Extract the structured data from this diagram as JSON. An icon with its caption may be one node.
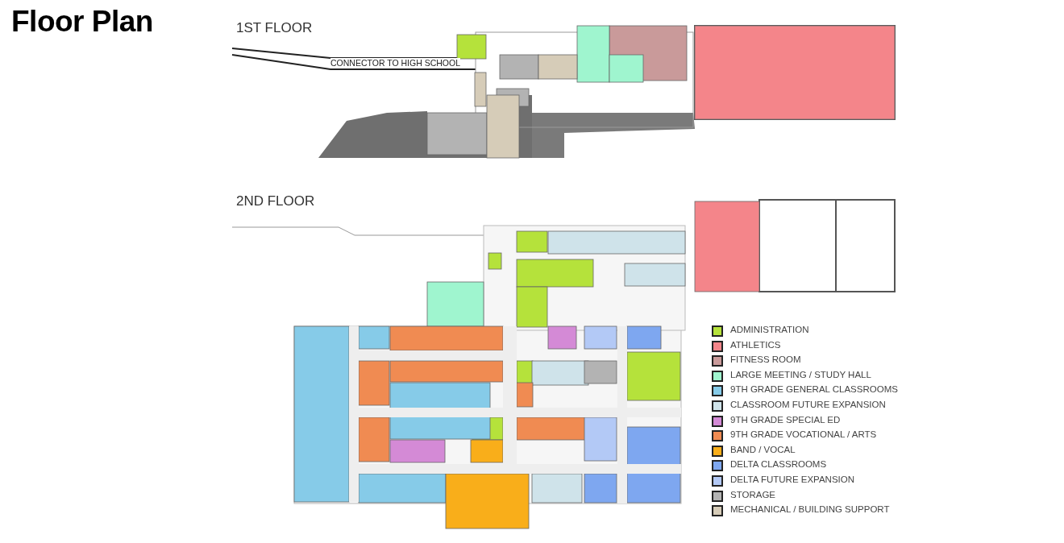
{
  "diagram": {
    "title": "Floor Plan",
    "labels": [
      "1ST FLOOR",
      "CONNECTOR TO HIGH SCHOOL",
      "2ND FLOOR"
    ],
    "legend": [
      {
        "text": "ADMINISTRATION",
        "color": "#b5e23b"
      },
      {
        "text": "ATHLETICS",
        "color": "#f4858a"
      },
      {
        "text": "FITNESS ROOM",
        "color": "#c99a9a"
      },
      {
        "text": "LARGE MEETING / STUDY HALL",
        "color": "#9ff5cf"
      },
      {
        "text": "9TH GRADE GENERAL CLASSROOMS",
        "color": "#86cbe8"
      },
      {
        "text": "CLASSROOM FUTURE EXPANSION",
        "color": "#cfe3ea"
      },
      {
        "text": "9TH GRADE SPECIAL ED",
        "color": "#d48ad6"
      },
      {
        "text": "9TH GRADE VOCATIONAL / ARTS",
        "color": "#f08b52"
      },
      {
        "text": "BAND / VOCAL",
        "color": "#f9ae1a"
      },
      {
        "text": "DELTA CLASSROOMS",
        "color": "#7ea7f0"
      },
      {
        "text": "DELTA FUTURE EXPANSION",
        "color": "#b3c9f6"
      },
      {
        "text": "STORAGE",
        "color": "#b3b3b3"
      },
      {
        "text": "MECHANICAL / BUILDING SUPPORT",
        "color": "#d6ccb8"
      }
    ]
  }
}
